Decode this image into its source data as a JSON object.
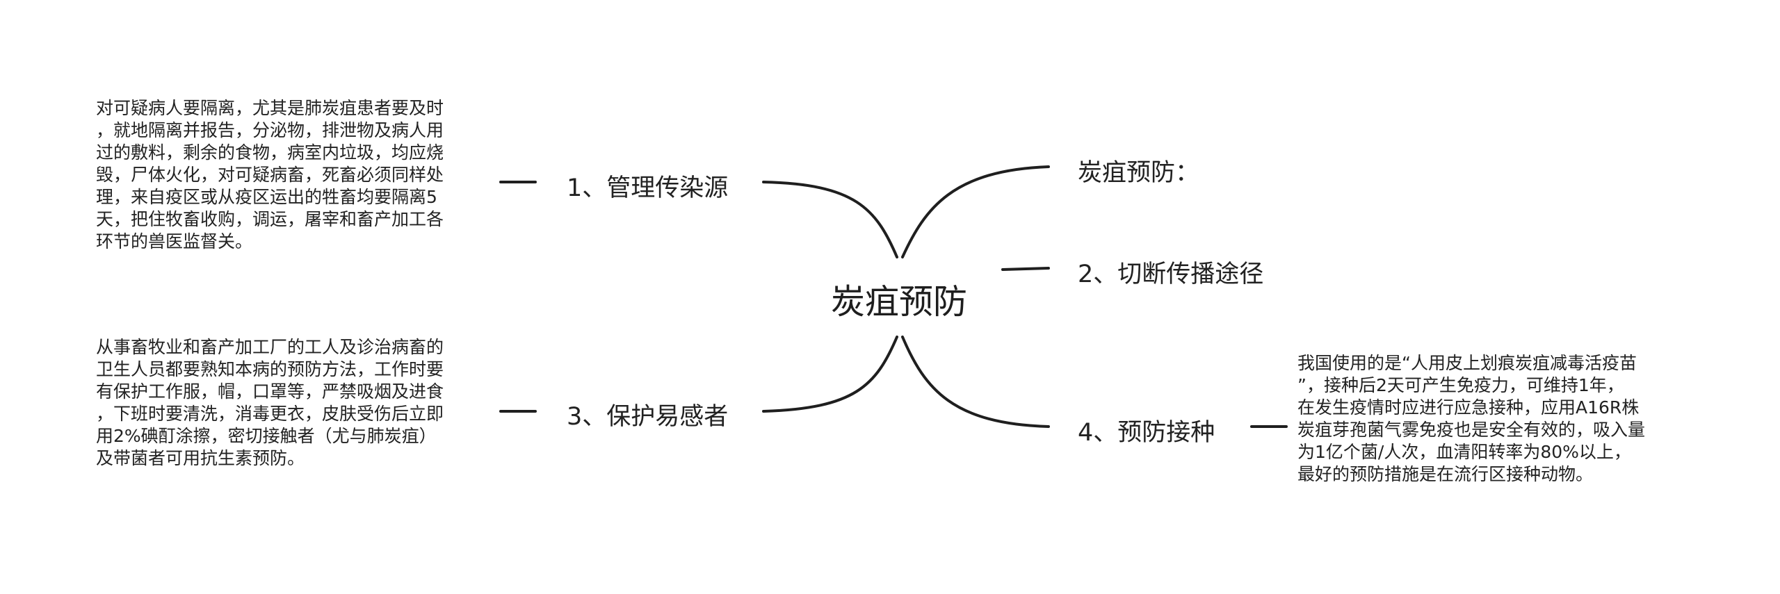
{
  "center": {
    "title": "炭疽预防"
  },
  "branches": {
    "b1": {
      "label": "1、管理传染源"
    },
    "b2": {
      "label": "3、保护易感者"
    },
    "b3": {
      "label": "炭疽预防："
    },
    "b4": {
      "label": "2、切断传播途径"
    },
    "b5": {
      "label": "4、预防接种"
    }
  },
  "notes": {
    "n1": "对可疑病人要隔离，尤其是肺炭疽患者要及时\n，就地隔离并报告，分泌物，排泄物及病人用\n过的敷料，剩余的食物，病室内垃圾，均应烧\n毁，尸体火化，对可疑病畜，死畜必须同样处\n理，来自疫区或从疫区运出的牲畜均要隔离5\n天，把住牧畜收购，调运，屠宰和畜产加工各\n环节的兽医监督关。",
    "n2": "从事畜牧业和畜产加工厂的工人及诊治病畜的\n卫生人员都要熟知本病的预防方法，工作时要\n有保护工作服，帽，口罩等，严禁吸烟及进食\n，下班时要清洗，消毒更衣，皮肤受伤后立即\n用2%碘酊涂擦，密切接触者（尤与肺炭疽）\n及带菌者可用抗生素预防。",
    "n3": "我国使用的是“人用皮上划痕炭疽减毒活疫苗\n”，接种后2天可产生免疫力，可维持1年，\n在发生疫情时应进行应急接种，应用A16R株\n炭疽芽孢菌气雾免疫也是安全有效的，吸入量\n为1亿个菌/人次，血清阳转率为80%以上，\n最好的预防措施是在流行区接种动物。"
  },
  "colors": {
    "line": "#1f1f1f",
    "text": "#222222"
  }
}
